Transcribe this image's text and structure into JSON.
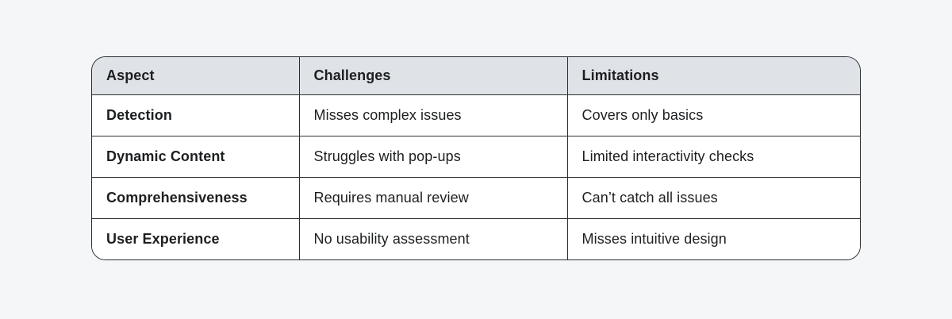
{
  "table": {
    "name": "automated-testing-limitations-table",
    "columns": [
      {
        "key": "aspect",
        "label": "Aspect"
      },
      {
        "key": "challenges",
        "label": "Challenges"
      },
      {
        "key": "limitations",
        "label": "Limitations"
      }
    ],
    "rows": [
      {
        "aspect": "Detection",
        "challenges": "Misses complex issues",
        "limitations": "Covers only basics"
      },
      {
        "aspect": "Dynamic Content",
        "challenges": "Struggles with pop-ups",
        "limitations": "Limited interactivity checks"
      },
      {
        "aspect": "Comprehensiveness",
        "challenges": "Requires manual review",
        "limitations": "Can’t catch all issues"
      },
      {
        "aspect": "User Experience",
        "challenges": "No usability assessment",
        "limitations": "Misses intuitive design"
      }
    ]
  },
  "colors": {
    "page_bg": "#f5f6f8",
    "header_bg": "#dfe2e6",
    "row_bg": "#ffffff",
    "border": "#2b2d30",
    "text": "#1d1f21"
  }
}
